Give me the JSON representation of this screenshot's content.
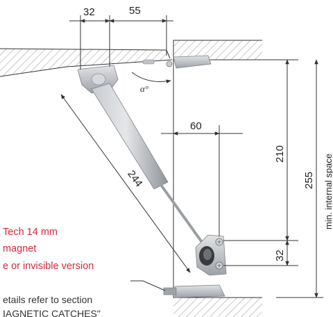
{
  "colors": {
    "accent_red": "#d7273c",
    "line": "#333333",
    "hatch": "#777777",
    "metal": "#b9bcc0",
    "metal_dark": "#8e9297",
    "strut": "#a7abb0"
  },
  "dimensions": {
    "top_left": "32",
    "top_right": "55",
    "angle": "α°",
    "horizontal_offset": "60",
    "vertical_upper": "210",
    "vertical_lower": "32",
    "overall_height": "255",
    "stay_length": "244",
    "side_caption": "min. internal space"
  },
  "callout": {
    "line1": "Tech 14 mm",
    "line2": "magnet",
    "line3": "e or invisible version"
  },
  "note": {
    "line1": "etails refer to section",
    "line2": "IAGNETIC CATCHES\""
  },
  "icons": {
    "hatch_pattern": "diagonal-hatching",
    "arrowheads": "dimension-arrow"
  }
}
